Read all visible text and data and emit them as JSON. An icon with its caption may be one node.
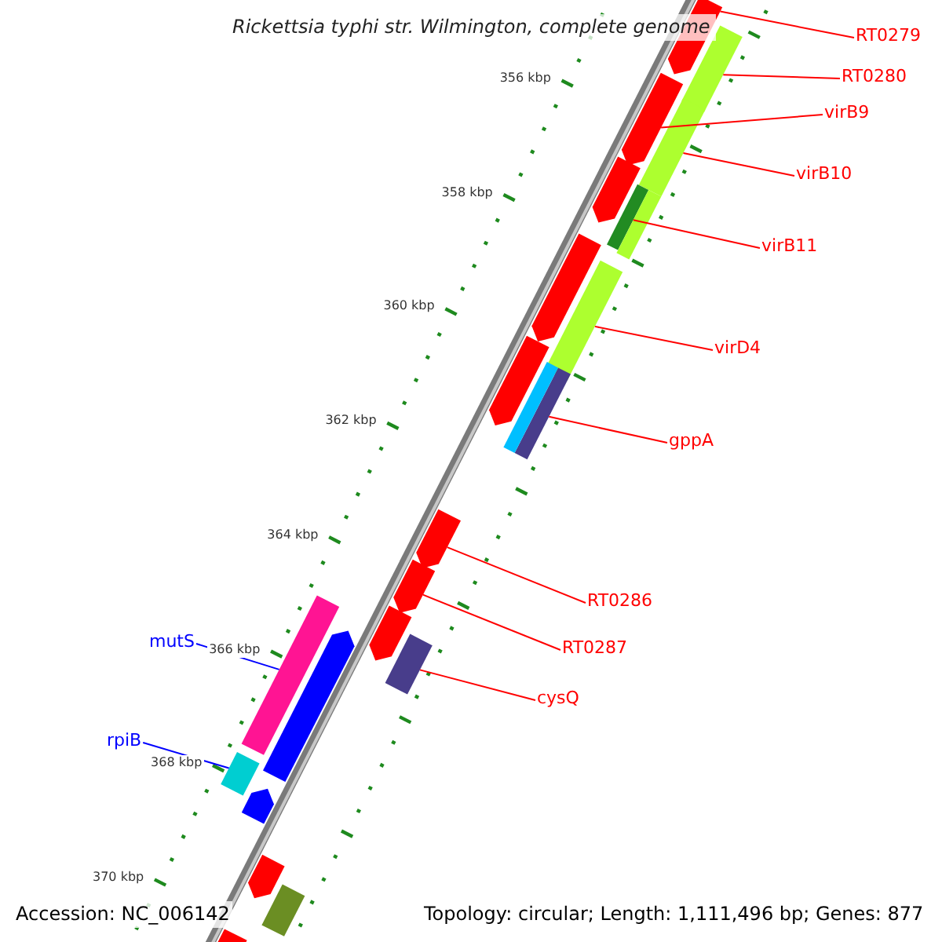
{
  "diagram": {
    "title": "Rickettsia typhi str. Wilmington, complete genome",
    "nodes": [
      {
        "text": [
          "RT0279"
        ]
      },
      {
        "text": [],
        "shape": "bar"
      },
      {
        "text": [
          "RT0280"
        ]
      },
      {
        "text": [],
        "shape": "bar"
      },
      {
        "text": [
          "virB9"
        ]
      },
      {
        "text": [],
        "shape": "bar"
      },
      {
        "text": [
          "virB10"
        ]
      },
      {
        "text": [],
        "shape": "bar"
      },
      {
        "text": [
          "virB11"
        ]
      },
      {
        "text": [],
        "shape": "bar"
      },
      {
        "text": [
          "virD4"
        ]
      },
      {
        "text": [],
        "shape": "bar"
      },
      {
        "text": [
          "gppA"
        ]
      },
      {
        "text": [],
        "shape": "bar"
      },
      {
        "text": [
          "RT0286"
        ]
      },
      {
        "text": [],
        "shape": "bar"
      },
      {
        "text": [
          "mutS"
        ]
      },
      {
        "text": [],
        "shape": "bar"
      },
      {
        "text": [
          "RT0287"
        ]
      },
      {
        "text": [],
        "shape": "bar"
      },
      {
        "text": [
          "cysQ"
        ]
      },
      {
        "text": [],
        "shape": "bar"
      },
      {
        "text": [
          "rpiB"
        ]
      },
      {
        "text": [],
        "shape": "bar"
      },
      {
        "text": [],
        "shape": "bar"
      },
      {
        "text": [],
        "shape": "bar"
      },
      {
        "text": [],
        "shape": "bar"
      },
      {
        "text": [],
        "shape": "bar"
      },
      {
        "text": [],
        "shape": "bar"
      },
      {
        "text": [],
        "shape": "bar"
      },
      {
        "text": [],
        "shape": "bar"
      },
      {
        "text": [],
        "shape": "bar"
      },
      {
        "text": [],
        "shape": "bar"
      },
      {
        "text": [],
        "shape": "bar"
      },
      {
        "text": [],
        "shape": "bar"
      }
    ],
    "edges": [
      {
        "from": 0,
        "to": 1,
        "arrow": "none"
      },
      {
        "from": 2,
        "to": 3,
        "arrow": "none"
      },
      {
        "from": 4,
        "to": 5,
        "arrow": "none"
      },
      {
        "from": 6,
        "to": 7,
        "arrow": "none"
      },
      {
        "from": 8,
        "to": 9,
        "arrow": "none"
      },
      {
        "from": 10,
        "to": 11,
        "arrow": "none"
      },
      {
        "from": 12,
        "to": 13,
        "arrow": "none"
      },
      {
        "from": 14,
        "to": 15,
        "arrow": "none"
      },
      {
        "from": 16,
        "to": 17,
        "arrow": "none",
        "color": "#0000ff"
      },
      {
        "from": 18,
        "to": 19,
        "arrow": "none"
      },
      {
        "from": 20,
        "to": 21,
        "arrow": "none"
      },
      {
        "from": 22,
        "to": 23,
        "arrow": "none",
        "color": "#0000ff"
      }
    ],
    "labels": [
      "356 kbp",
      "358 kbp",
      "360 kbp",
      "362 kbp",
      "364 kbp",
      "366 kbp",
      "368 kbp",
      "370 kbp",
      "Accession: NC_006142",
      "Topology: circular; Length: 1,111,496 bp; Genes: 877"
    ]
  }
}
